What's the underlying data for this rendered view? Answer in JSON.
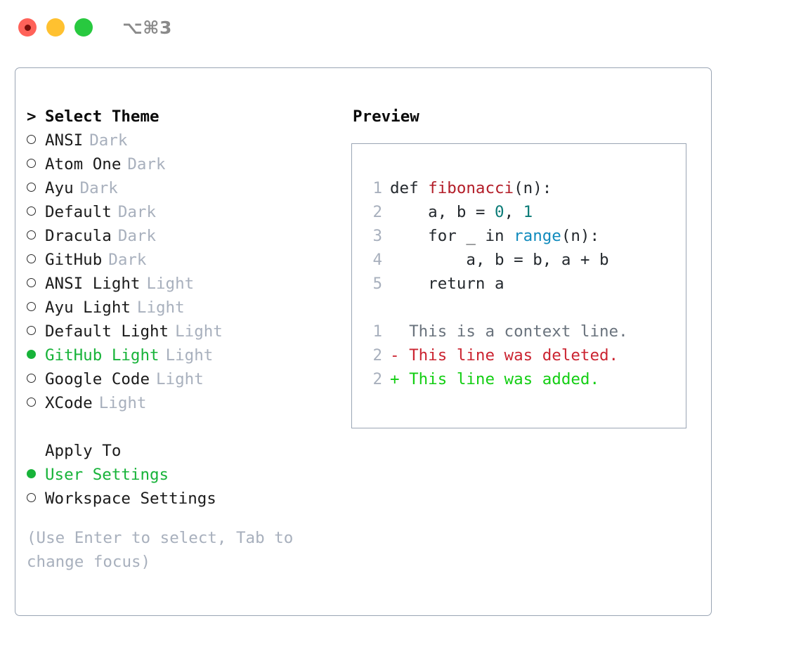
{
  "titlebar": {
    "shortcut": "⌥⌘3",
    "buttons": [
      {
        "name": "close",
        "color": "#ff6259"
      },
      {
        "name": "minimize",
        "color": "#ffc130"
      },
      {
        "name": "zoom",
        "color": "#28c93f"
      }
    ]
  },
  "theme_panel": {
    "header": {
      "marker": ">",
      "label": "Select Theme"
    },
    "items": [
      {
        "marker": "○",
        "label": "ANSI",
        "tag": "Dark",
        "selected": false
      },
      {
        "marker": "○",
        "label": "Atom One",
        "tag": "Dark",
        "selected": false
      },
      {
        "marker": "○",
        "label": "Ayu",
        "tag": "Dark",
        "selected": false
      },
      {
        "marker": "○",
        "label": "Default",
        "tag": "Dark",
        "selected": false
      },
      {
        "marker": "○",
        "label": "Dracula",
        "tag": "Dark",
        "selected": false
      },
      {
        "marker": "○",
        "label": "GitHub",
        "tag": "Dark",
        "selected": false
      },
      {
        "marker": "○",
        "label": "ANSI Light",
        "tag": "Light",
        "selected": false
      },
      {
        "marker": "○",
        "label": "Ayu Light",
        "tag": "Light",
        "selected": false
      },
      {
        "marker": "○",
        "label": "Default Light",
        "tag": "Light",
        "selected": false
      },
      {
        "marker": "●",
        "label": "GitHub Light",
        "tag": "Light",
        "selected": true
      },
      {
        "marker": "○",
        "label": "Google Code",
        "tag": "Light",
        "selected": false
      },
      {
        "marker": "○",
        "label": "XCode",
        "tag": "Light",
        "selected": false
      }
    ]
  },
  "apply_to": {
    "header": "Apply To",
    "options": [
      {
        "marker": "●",
        "label": "User Settings",
        "selected": true
      },
      {
        "marker": "○",
        "label": "Workspace Settings",
        "selected": false
      }
    ]
  },
  "hint": "(Use Enter to select, Tab to change focus)",
  "preview": {
    "title": "Preview",
    "code_lines": [
      {
        "num": "1",
        "tokens": [
          {
            "text": "def ",
            "kind": "plain"
          },
          {
            "text": "fibonacci",
            "kind": "fn"
          },
          {
            "text": "(n):",
            "kind": "plain"
          }
        ]
      },
      {
        "num": "2",
        "tokens": [
          {
            "text": "    a, b = ",
            "kind": "plain"
          },
          {
            "text": "0",
            "kind": "num"
          },
          {
            "text": ", ",
            "kind": "plain"
          },
          {
            "text": "1",
            "kind": "num"
          }
        ]
      },
      {
        "num": "3",
        "tokens": [
          {
            "text": "    for _ in ",
            "kind": "plain"
          },
          {
            "text": "range",
            "kind": "builtin"
          },
          {
            "text": "(n):",
            "kind": "plain"
          }
        ]
      },
      {
        "num": "4",
        "tokens": [
          {
            "text": "        a, b = b, a + b",
            "kind": "plain"
          }
        ]
      },
      {
        "num": "5",
        "tokens": [
          {
            "text": "    return a",
            "kind": "plain"
          }
        ]
      }
    ],
    "diff_lines": [
      {
        "num": "1",
        "sign": " ",
        "text": " This is a context line.",
        "kind": "context"
      },
      {
        "num": "2",
        "sign": "-",
        "text": " This line was deleted.",
        "kind": "deleted"
      },
      {
        "num": "2",
        "sign": "+",
        "text": " This line was added.",
        "kind": "added"
      }
    ]
  },
  "colors": {
    "accent_green": "#17b339",
    "muted": "#a8b0bd",
    "border": "#9aa5b4",
    "fn_red": "#b31d28",
    "number_teal": "#0b7b77",
    "builtin_blue": "#118bbd",
    "diff_add": "#13ce13",
    "diff_del": "#cb2431",
    "diff_ctx": "#6a737d"
  }
}
